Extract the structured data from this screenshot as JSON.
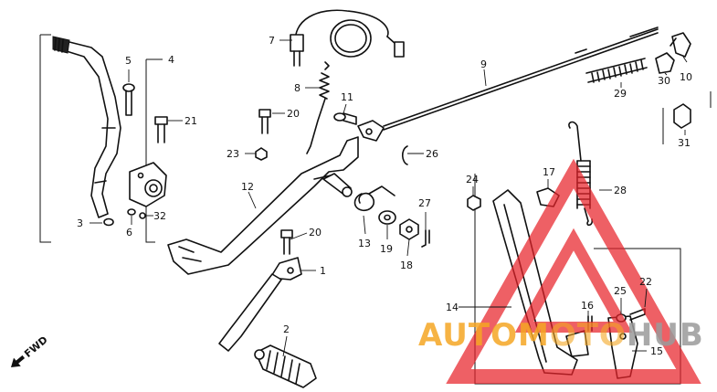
{
  "diagram": {
    "direction_label": "FWD",
    "callouts": {
      "c1": "1",
      "c2": "2",
      "c3": "3",
      "c4": "4",
      "c5": "5",
      "c6": "6",
      "c7": "7",
      "c8": "8",
      "c9": "9",
      "c10": "10",
      "c11": "11",
      "c12": "12",
      "c13": "13",
      "c14": "14",
      "c15": "15",
      "c16": "16",
      "c17": "17",
      "c18": "18",
      "c19": "19",
      "c20a": "20",
      "c20b": "20",
      "c21": "21",
      "c22": "22",
      "c23": "23",
      "c24": "24",
      "c25": "25",
      "c26": "26",
      "c27": "27",
      "c28": "28",
      "c29": "29",
      "c30": "30",
      "c31": "31",
      "c32": "32"
    }
  },
  "watermark": {
    "part1": "AUTOM",
    "part2": "OTO",
    "part3": "HUB",
    "colors": {
      "red": "#e8232a",
      "orange": "#f4a623",
      "gray": "#9a9a9a"
    }
  }
}
